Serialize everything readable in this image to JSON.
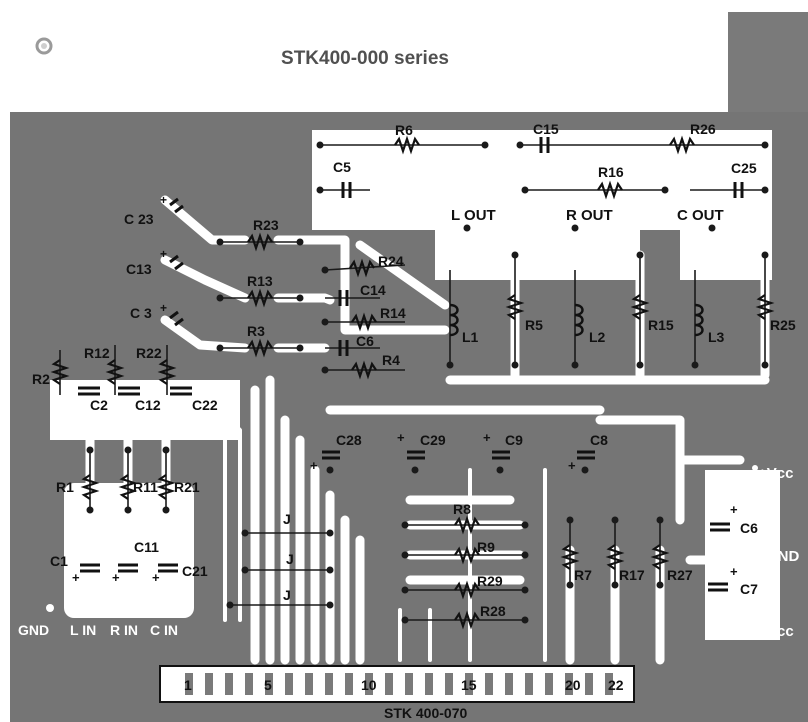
{
  "title": "STK400-000 series",
  "board_label": "STK 400-070",
  "colors": {
    "substrate": "#7a7a7a",
    "trace": "#ffffff",
    "ink": "#111111",
    "title": "#505050"
  },
  "components": {
    "R6": "R6",
    "C15": "C15",
    "R26": "R26",
    "C5": "C5",
    "R16": "R16",
    "C25": "C25",
    "C23": "C 23",
    "C13": "C13",
    "C3": "C 3",
    "R23": "R23",
    "R13": "R13",
    "R3": "R3",
    "R24": "R24",
    "C14": "C14",
    "R14": "R14",
    "C6_top": "C6",
    "R4": "R4",
    "L1": "L1",
    "R5": "R5",
    "L2": "L2",
    "R15": "R15",
    "L3": "L3",
    "R25": "R25",
    "R2": "R2",
    "R12": "R12",
    "R22": "R22",
    "C2": "C2",
    "C12": "C12",
    "C22": "C22",
    "C28": "C28",
    "C29": "C29",
    "C9": "C9",
    "C8": "C8",
    "R1": "R1",
    "R11": "R11",
    "R21": "R21",
    "C1": "C1",
    "C11": "C11",
    "C21": "C21",
    "R8": "R8",
    "R9": "R9",
    "R29": "R29",
    "R28": "R28",
    "R7": "R7",
    "R17": "R17",
    "R27": "R27",
    "C6": "C6",
    "C7": "C7",
    "J1": "J",
    "J2": "J",
    "J3": "J"
  },
  "terminals": {
    "l_out": "L OUT",
    "r_out": "R OUT",
    "c_out": "C OUT",
    "vcc_pos": "+Vcc",
    "gnd_right": "GND",
    "vcc_neg": "-Vcc",
    "gnd_left": "GND",
    "l_in": "L IN",
    "r_in": "R IN",
    "c_in": "C IN"
  },
  "polarity": {
    "plus": "+"
  },
  "pins": [
    "1",
    "5",
    "10",
    "15",
    "20",
    "22"
  ]
}
